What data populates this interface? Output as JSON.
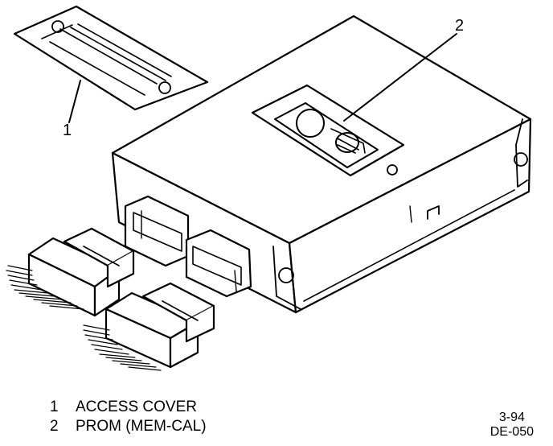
{
  "callouts": [
    {
      "number": "1"
    },
    {
      "number": "2"
    }
  ],
  "legend": [
    {
      "number": "1",
      "label": "ACCESS COVER"
    },
    {
      "number": "2",
      "label": "PROM (MEM-CAL)"
    }
  ],
  "stamp": {
    "date": "3-94",
    "code": "DE-050"
  }
}
